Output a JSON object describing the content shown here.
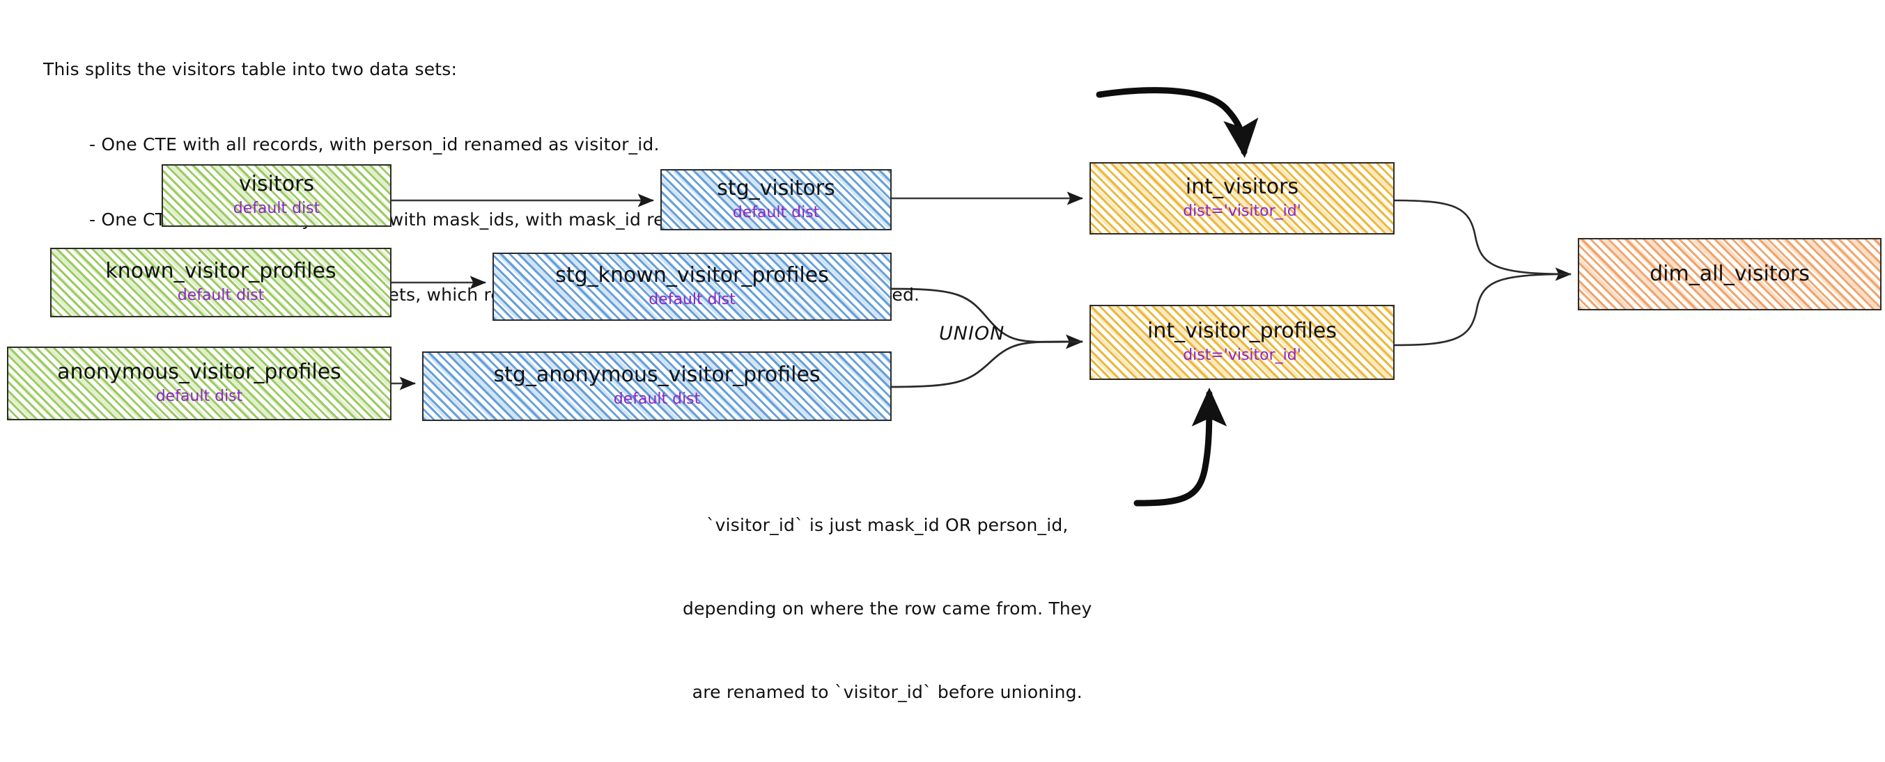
{
  "notes": {
    "top": {
      "heading": "This splits the visitors table into two data sets:",
      "bullets": [
        "- One CTE with all records, with person_id renamed as visitor_id.",
        "- One CTE filtered to only records with mask_ids, with mask_id renamed as visitor_id",
        "- One CTE to union the two data sets, which results in a grain of one row per profile collected."
      ]
    },
    "bottom": {
      "lines": [
        "`visitor_id` is just mask_id OR person_id,",
        "depending on where the row came from. They",
        "are renamed to `visitor_id` before unioning."
      ]
    }
  },
  "edge_labels": {
    "union": "UNION"
  },
  "colors": {
    "source": "#96c85a",
    "staging": "#5696d6",
    "intermediate": "#ebb432",
    "mart": "#ee9655",
    "subtext": "#8e24c8",
    "stroke": "#2b2b2b"
  },
  "nodes": [
    {
      "id": "visitors",
      "title": "visitors",
      "sub": "default dist",
      "layer": "source"
    },
    {
      "id": "known_visitor_profiles",
      "title": "known_visitor_profiles",
      "sub": "default dist",
      "layer": "source"
    },
    {
      "id": "anonymous_visitor_profiles",
      "title": "anonymous_visitor_profiles",
      "sub": "default dist",
      "layer": "source"
    },
    {
      "id": "stg_visitors",
      "title": "stg_visitors",
      "sub": "default dist",
      "layer": "staging"
    },
    {
      "id": "stg_known_visitor_profiles",
      "title": "stg_known_visitor_profiles",
      "sub": "default dist",
      "layer": "staging"
    },
    {
      "id": "stg_anonymous_visitor_profiles",
      "title": "stg_anonymous_visitor_profiles",
      "sub": "default dist",
      "layer": "staging"
    },
    {
      "id": "int_visitors",
      "title": "int_visitors",
      "sub": "dist='visitor_id'",
      "layer": "intermediate"
    },
    {
      "id": "int_visitor_profiles",
      "title": "int_visitor_profiles",
      "sub": "dist='visitor_id'",
      "layer": "intermediate"
    },
    {
      "id": "dim_all_visitors",
      "title": "dim_all_visitors",
      "sub": "",
      "layer": "mart"
    }
  ],
  "edges": [
    {
      "from": "visitors",
      "to": "stg_visitors"
    },
    {
      "from": "known_visitor_profiles",
      "to": "stg_known_visitor_profiles"
    },
    {
      "from": "anonymous_visitor_profiles",
      "to": "stg_anonymous_visitor_profiles"
    },
    {
      "from": "stg_visitors",
      "to": "int_visitors"
    },
    {
      "from": "stg_known_visitor_profiles",
      "to": "int_visitor_profiles",
      "label": "UNION"
    },
    {
      "from": "stg_anonymous_visitor_profiles",
      "to": "int_visitor_profiles",
      "label": "UNION"
    },
    {
      "from": "int_visitors",
      "to": "dim_all_visitors"
    },
    {
      "from": "int_visitor_profiles",
      "to": "dim_all_visitors"
    }
  ]
}
